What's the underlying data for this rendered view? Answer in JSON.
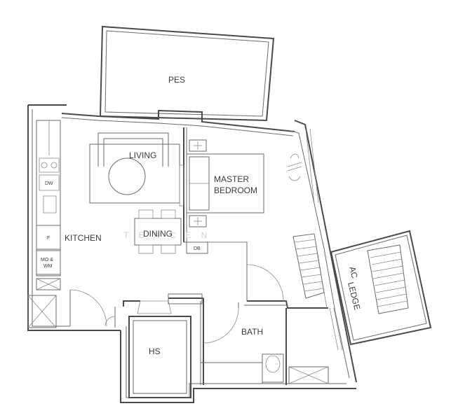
{
  "rooms": {
    "pes": "PES",
    "living": "LIVING",
    "master_bedroom_1": "MASTER",
    "master_bedroom_2": "BEDROOM",
    "kitchen": "KITCHEN",
    "dining": "DINING",
    "bath": "BATH",
    "hs": "HS",
    "ac_ledge_1": "AC",
    "ac_ledge_2": "LEDGE"
  },
  "fixtures": {
    "dw": "DW",
    "fridge": "F",
    "mo_wm_1": "MO &",
    "mo_wm_2": "WM",
    "db": "DB"
  },
  "watermark": "TENCEN"
}
